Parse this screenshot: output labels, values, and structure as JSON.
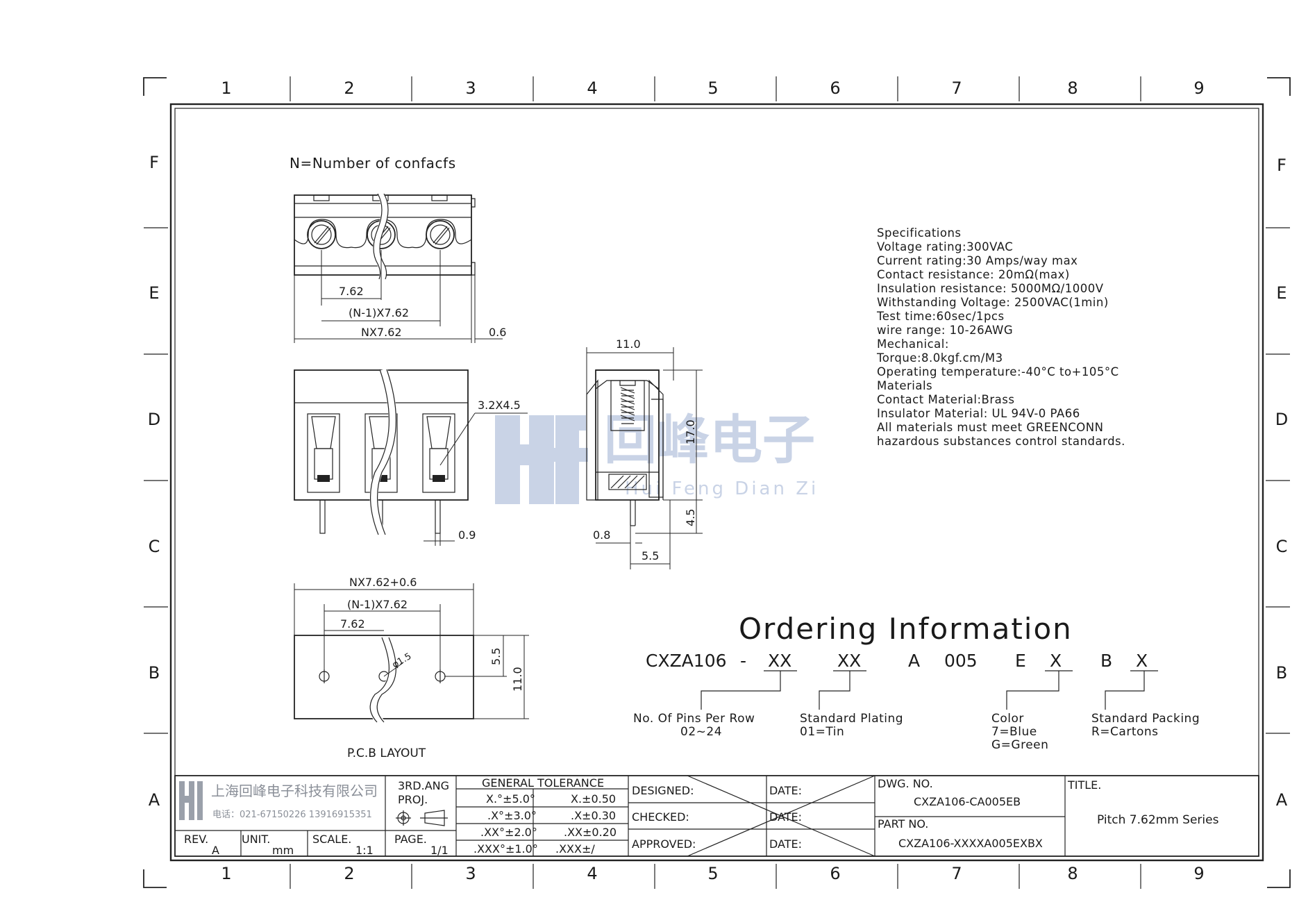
{
  "frame": {
    "columns": [
      "1",
      "2",
      "3",
      "4",
      "5",
      "6",
      "7",
      "8",
      "9"
    ],
    "rows": [
      "F",
      "E",
      "D",
      "C",
      "B",
      "A"
    ]
  },
  "note": "N=Number of confacfs",
  "dims": {
    "pitch": "7.62",
    "n1_pitch": "(N-1)X7.62",
    "n_pitch": "NX7.62",
    "gap": "0.6",
    "wire_hole": "3.2X4.5",
    "pin": "0.9",
    "side_width": "11.0",
    "side_height": "17.0",
    "side_pin_len": "4.5",
    "side_pin_w": "0.8",
    "side_pin_pos": "5.5",
    "pcb_total": "NX7.62+0.6",
    "pcb_n1": "(N-1)X7.62",
    "pcb_pitch": "7.62",
    "pcb_hole": "φ1.5",
    "pcb_row": "5.5",
    "pcb_depth": "11.0"
  },
  "pcb_caption": "P.C.B LAYOUT",
  "specs": [
    "Specifications",
    "Voltage rating:300VAC",
    "Current rating:30 Amps/way max",
    "Contact resistance: 20mΩ(max)",
    "Insulation resistance: 5000MΩ/1000V",
    "Withstanding Voltage: 2500VAC(1min)",
    "Test time:60sec/1pcs",
    "wire range: 10-26AWG",
    "Mechanical:",
    "Torque:8.0kgf.cm/M3",
    "Operating temperature:-40°C to+105°C",
    "Materials",
    "Contact Material:Brass",
    "Insulator Material: UL 94V-0 PA66",
    "All materials must meet GREENCONN",
    "hazardous substances control standards."
  ],
  "ordering": {
    "title": "Ordering Information",
    "code": [
      "CXZA106",
      "-",
      "XX",
      "XX",
      "A",
      "005",
      "E",
      "X",
      "B",
      "X"
    ],
    "callouts": [
      {
        "label": "No. Of Pins Per Row",
        "value": "02~24"
      },
      {
        "label": "Standard Plating",
        "value": "01=Tin"
      },
      {
        "label": "Color",
        "value": "7=Blue",
        "value2": "G=Green"
      },
      {
        "label": "Standard Packing",
        "value": "R=Cartons"
      }
    ]
  },
  "watermark": {
    "cn": "回峰电子",
    "pinyin": "Hui Feng Dian Zi"
  },
  "title_block": {
    "company": "上海回峰电子科技有限公司",
    "phone": "电话：021-67150226  13916915351",
    "rev_label": "REV.",
    "rev": "A",
    "unit_label": "UNIT.",
    "unit": "mm",
    "scale_label": "SCALE.",
    "scale": "1:1",
    "proj1": "3RD.ANG",
    "proj2": "PROJ.",
    "page_label": "PAGE.",
    "page": "1/1",
    "tol_title": "GENERAL TOLERANCE",
    "tol": [
      [
        "X.°±5.0°",
        "X.±0.50"
      ],
      [
        ".X°±3.0°",
        ".X±0.30"
      ],
      [
        ".XX°±2.0°",
        ".XX±0.20"
      ],
      [
        ".XXX°±1.0°",
        ".XXX±/"
      ]
    ],
    "designed": "DESIGNED:",
    "checked": "CHECKED:",
    "approved": "APPROVED:",
    "date": "DATE:",
    "dwg_label": "DWG. NO.",
    "dwg": "CXZA106-CA005EB",
    "part_label": "PART NO.",
    "part": "CXZA106-XXXXA005EXBX",
    "title_label": "TITLE.",
    "title": "Pitch 7.62mm Series"
  }
}
